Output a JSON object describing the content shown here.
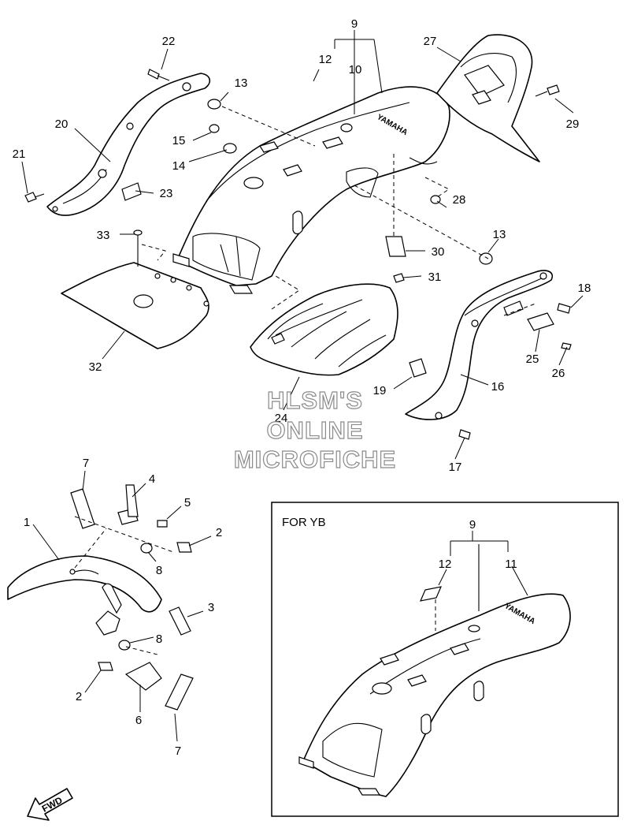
{
  "callouts": {
    "c9_top": "9",
    "c10": "10",
    "c12_top": "12",
    "c27": "27",
    "c22": "22",
    "c13_top": "13",
    "c20": "20",
    "c15": "15",
    "c14": "14",
    "c21": "21",
    "c23": "23",
    "c29": "29",
    "c28": "28",
    "c33": "33",
    "c13_mid": "13",
    "c30": "30",
    "c31": "31",
    "c18": "18",
    "c32": "32",
    "c25": "25",
    "c26": "26",
    "c19": "19",
    "c16": "16",
    "c24": "24",
    "c17": "17",
    "c7_top": "7",
    "c4": "4",
    "c5": "5",
    "c1": "1",
    "c2_top": "2",
    "c8_top": "8",
    "c3": "3",
    "c8_bot": "8",
    "c2_bot": "2",
    "c6": "6",
    "c7_bot": "7",
    "c9_inset": "9",
    "c12_inset": "12",
    "c11": "11"
  },
  "inset": {
    "title": "FOR YB"
  },
  "brand_text": "YAMAHA",
  "fwd_text": "FWD",
  "watermark": {
    "line1": "HLSM'S",
    "line2": "ONLINE",
    "line3": "MICROFICHE"
  }
}
